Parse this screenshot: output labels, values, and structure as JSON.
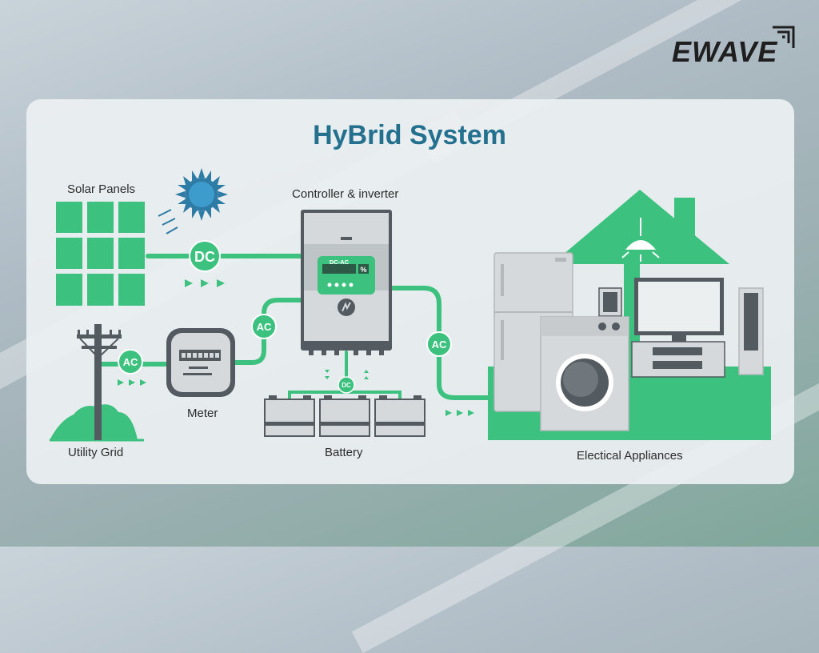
{
  "brand": {
    "name": "EWAVE"
  },
  "title": "HyBrid System",
  "labels": {
    "solar_panels": "Solar Panels",
    "controller": "Controller & inverter",
    "utility_grid": "Utility Grid",
    "meter": "Meter",
    "battery": "Battery",
    "appliances": "Electical Appliances"
  },
  "connections": {
    "solar_dc": "DC",
    "grid_ac": "AC",
    "meter_ac": "AC",
    "house_ac": "AC",
    "battery_dc": "DC"
  },
  "inverter_display": {
    "mode": "DC-AC",
    "percent_sign": "%"
  },
  "colors": {
    "accent_green": "#3cc27e",
    "title_blue": "#23708f",
    "device_gray": "#d6d9db",
    "dark_gray": "#545b60"
  }
}
